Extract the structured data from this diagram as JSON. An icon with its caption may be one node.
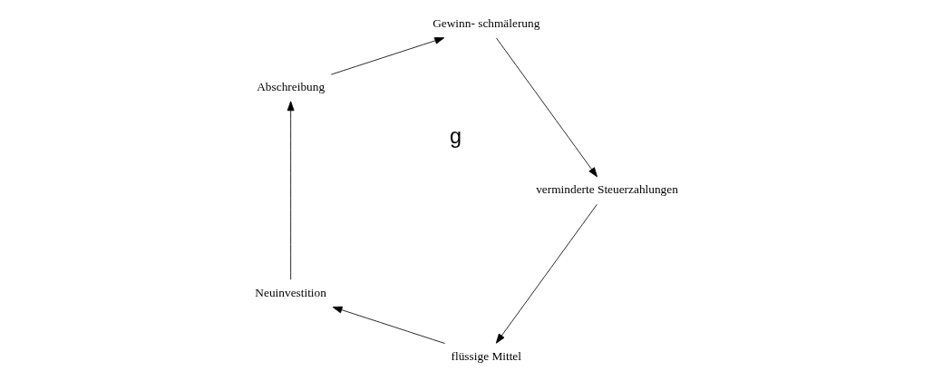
{
  "diagram": {
    "nodes": [
      {
        "text": [
          "flüssige Mittel"
        ]
      },
      {
        "text": [
          "Neuinvestition"
        ]
      },
      {
        "text": [
          "verminderte Steuerzahlungen"
        ]
      },
      {
        "text": [
          "Abschreibung"
        ]
      },
      {
        "text": [
          "Gewinn- schmälerung"
        ]
      }
    ],
    "edges": [
      {
        "from": 0,
        "to": 1,
        "arrow": "to"
      },
      {
        "from": 1,
        "to": 3,
        "arrow": "to"
      },
      {
        "from": 3,
        "to": 4,
        "arrow": "to"
      },
      {
        "from": 4,
        "to": 2,
        "arrow": "to"
      },
      {
        "from": 2,
        "to": 0,
        "arrow": "to"
      }
    ],
    "labels": [
      "g"
    ]
  }
}
